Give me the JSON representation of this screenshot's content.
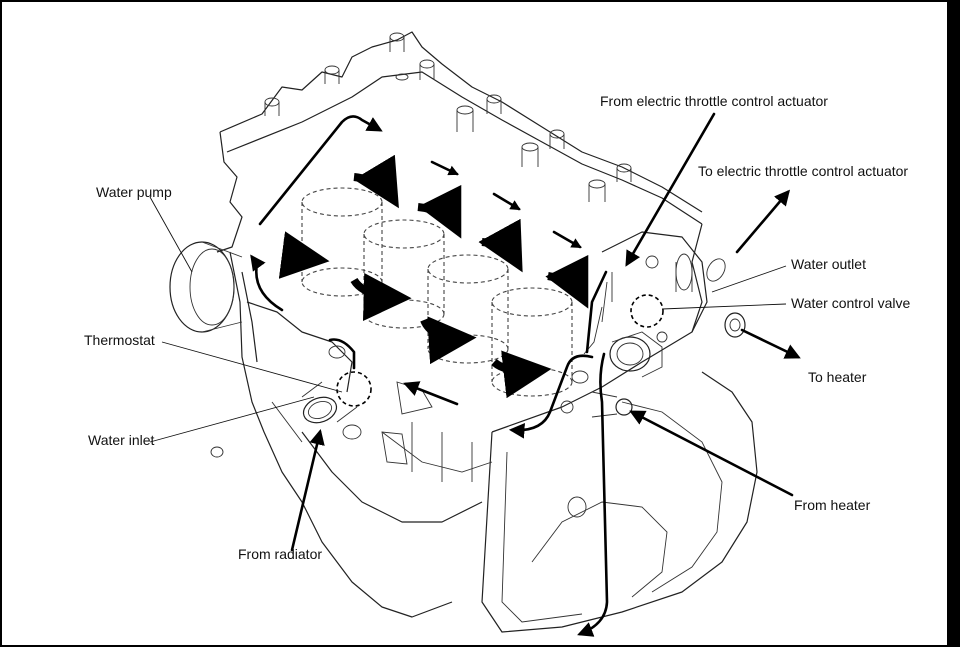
{
  "labels": {
    "from_electric_throttle_control_actuator": "From electric throttle control actuator",
    "to_electric_throttle_control_actuator": "To electric throttle control actuator",
    "water_pump": "Water pump",
    "water_outlet": "Water outlet",
    "water_control_valve": "Water control valve",
    "thermostat": "Thermostat",
    "to_heater": "To heater",
    "water_inlet": "Water inlet",
    "from_heater": "From heater",
    "from_radiator": "From radiator"
  },
  "colors": {
    "background": "#000000",
    "panel": "#ffffff",
    "line": "#222222",
    "arrow": "#000000"
  }
}
